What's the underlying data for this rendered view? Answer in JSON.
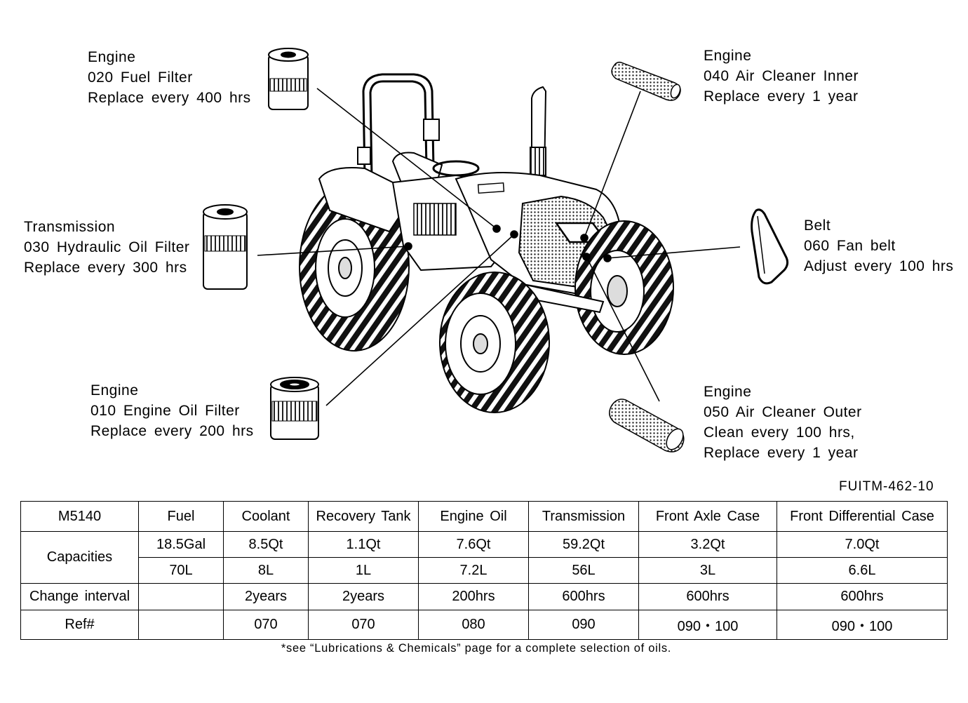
{
  "callouts": {
    "fuel_filter": {
      "category": "Engine",
      "part": "020 Fuel Filter",
      "interval": "Replace every 400 hrs"
    },
    "hyd_filter": {
      "category": "Transmission",
      "part": "030 Hydraulic Oil Filter",
      "interval": "Replace every 300 hrs"
    },
    "oil_filter": {
      "category": "Engine",
      "part": "010 Engine Oil Filter",
      "interval": "Replace every 200 hrs"
    },
    "air_inner": {
      "category": "Engine",
      "part": "040 Air Cleaner Inner",
      "interval": "Replace every 1 year"
    },
    "fan_belt": {
      "category": "Belt",
      "part": "060 Fan belt",
      "interval": "Adjust every 100 hrs"
    },
    "air_outer": {
      "category": "Engine",
      "part": "050 Air Cleaner Outer",
      "interval": "Clean every 100 hrs,",
      "interval2": "Replace every 1 year"
    }
  },
  "doc_ref": "FUITM-462-10",
  "table": {
    "model": "M5140",
    "columns": [
      "Fuel",
      "Coolant",
      "Recovery Tank",
      "Engine Oil",
      "Transmission",
      "Front Axle Case",
      "Front Differential Case"
    ],
    "capacities_label": "Capacities",
    "capacities_us": [
      "18.5Gal",
      "8.5Qt",
      "1.1Qt",
      "7.6Qt",
      "59.2Qt",
      "3.2Qt",
      "7.0Qt"
    ],
    "capacities_metric": [
      "70L",
      "8L",
      "1L",
      "7.2L",
      "56L",
      "3L",
      "6.6L"
    ],
    "change_label": "Change interval",
    "change_interval": [
      "",
      "2years",
      "2years",
      "200hrs",
      "600hrs",
      "600hrs",
      "600hrs"
    ],
    "ref_label": "Ref#",
    "ref": [
      "",
      "070",
      "070",
      "080",
      "090",
      "090・100",
      "090・100"
    ]
  },
  "footnote": "*see “Lubrications & Chemicals” page for a complete selection of oils."
}
